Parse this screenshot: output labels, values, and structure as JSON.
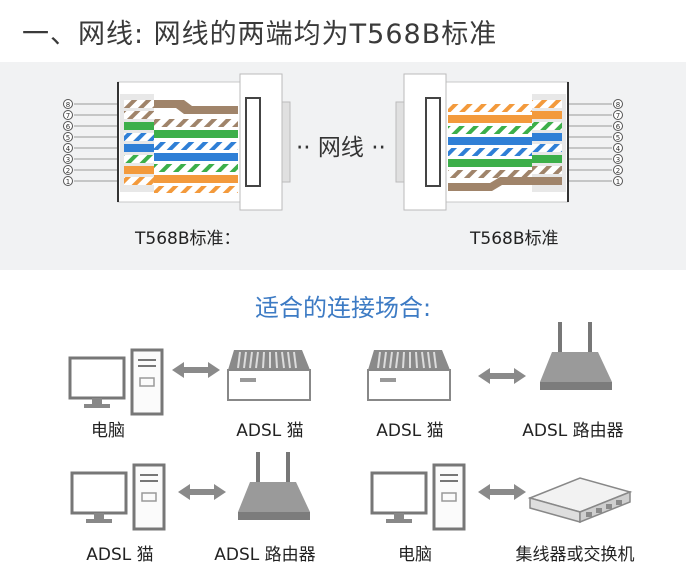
{
  "title": "一、网线: 网线的两端均为T568B标准",
  "left_label": "T568B标准：",
  "right_label": "T568B标准",
  "cable_label": "·· 网线 ··",
  "pin_numbers": [
    "1",
    "2",
    "3",
    "4",
    "5",
    "6",
    "7",
    "8"
  ],
  "wire_colors": {
    "orange": "#f39a3c",
    "green": "#3caf4a",
    "blue": "#2f7fd6",
    "brown": "#a0846a",
    "white": "#ffffff"
  },
  "subtitle": "适合的连接场合:",
  "scenarios": [
    {
      "left": "电脑",
      "right": "ADSL 猫"
    },
    {
      "left": "ADSL 猫",
      "right": "ADSL 路由器"
    },
    {
      "left": "ADSL 猫",
      "right": "ADSL 路由器"
    },
    {
      "left": "电脑",
      "right": "集线器或交换机"
    }
  ],
  "accent_color": "#3d7bc4"
}
